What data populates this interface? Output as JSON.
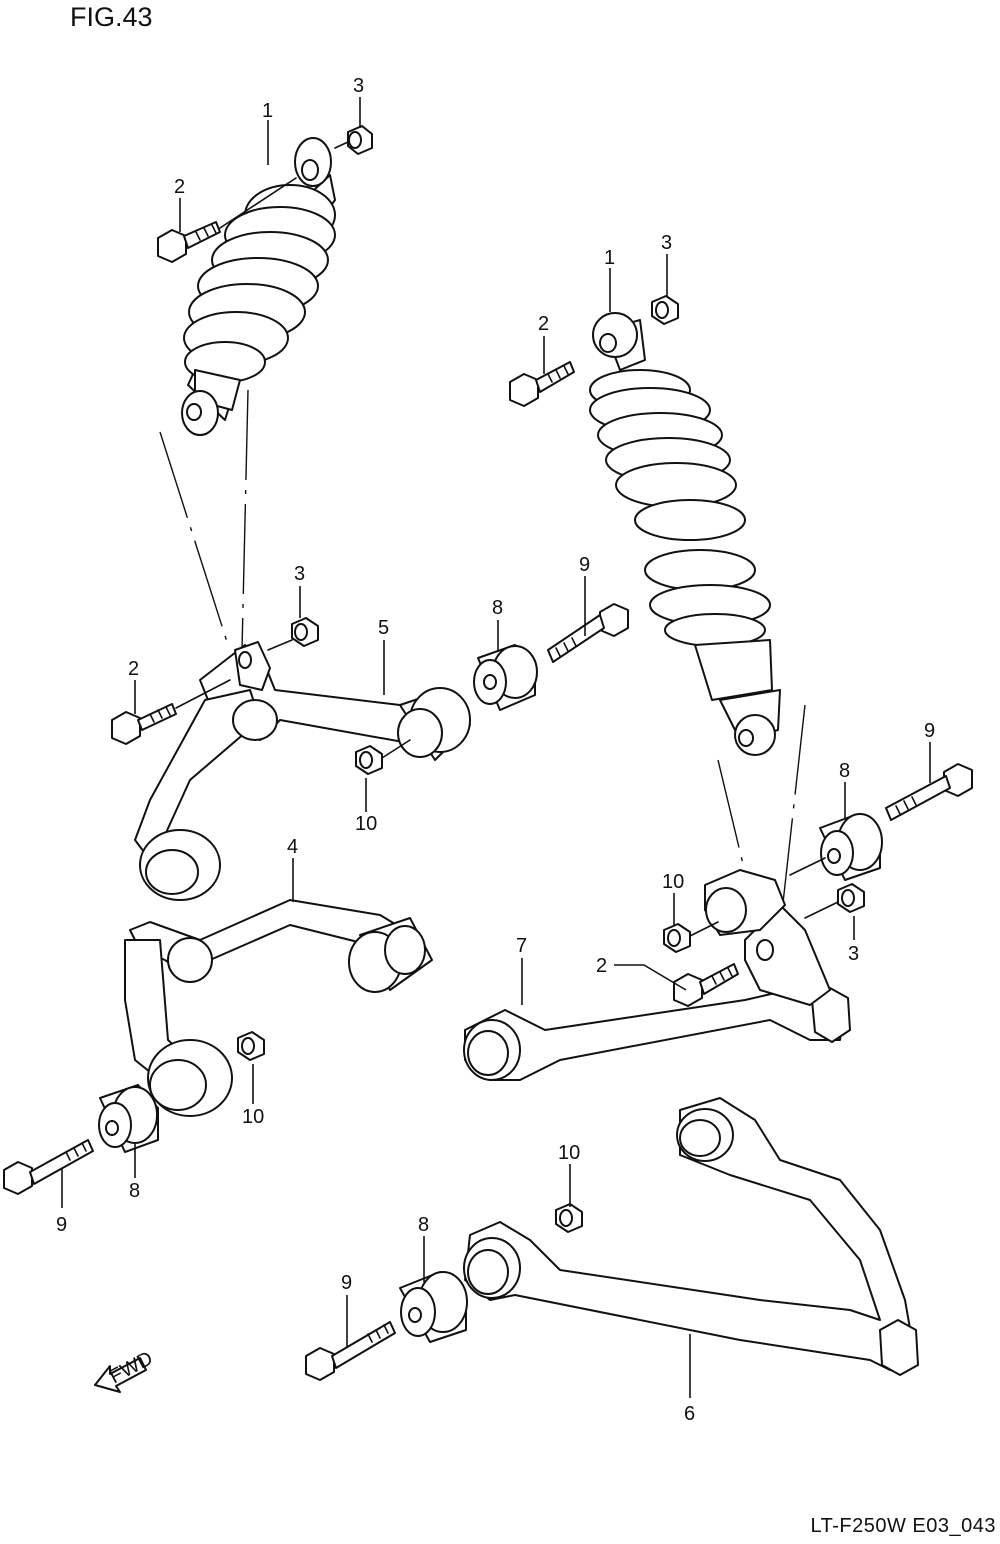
{
  "figure_label": "FIG.43",
  "document_code": "LT-F250W E03_043",
  "fwd_label": "FWD",
  "callouts": {
    "left_shock_1": "1",
    "left_shock_bolt_2": "2",
    "left_shock_nut_3": "3",
    "right_shock_1": "1",
    "right_shock_bolt_2": "2",
    "right_shock_nut_3": "3",
    "upper_bolt_2": "2",
    "upper_nut_3": "3",
    "upper_arm_5": "5",
    "upper_bush_8": "8",
    "upper_bolt_9": "9",
    "upper_nut_10": "10",
    "arm_4": "4",
    "arm4_nut_10": "10",
    "arm4_bush_8": "8",
    "arm4_bolt_9": "9",
    "right_bolt_9": "9",
    "right_bush_8": "8",
    "right_nut_10": "10",
    "right_nut_3": "3",
    "right_bolt_2": "2",
    "arm_7": "7",
    "lower_nut_10": "10",
    "lower_bush_8": "8",
    "lower_bolt_9": "9",
    "arm_6": "6"
  }
}
